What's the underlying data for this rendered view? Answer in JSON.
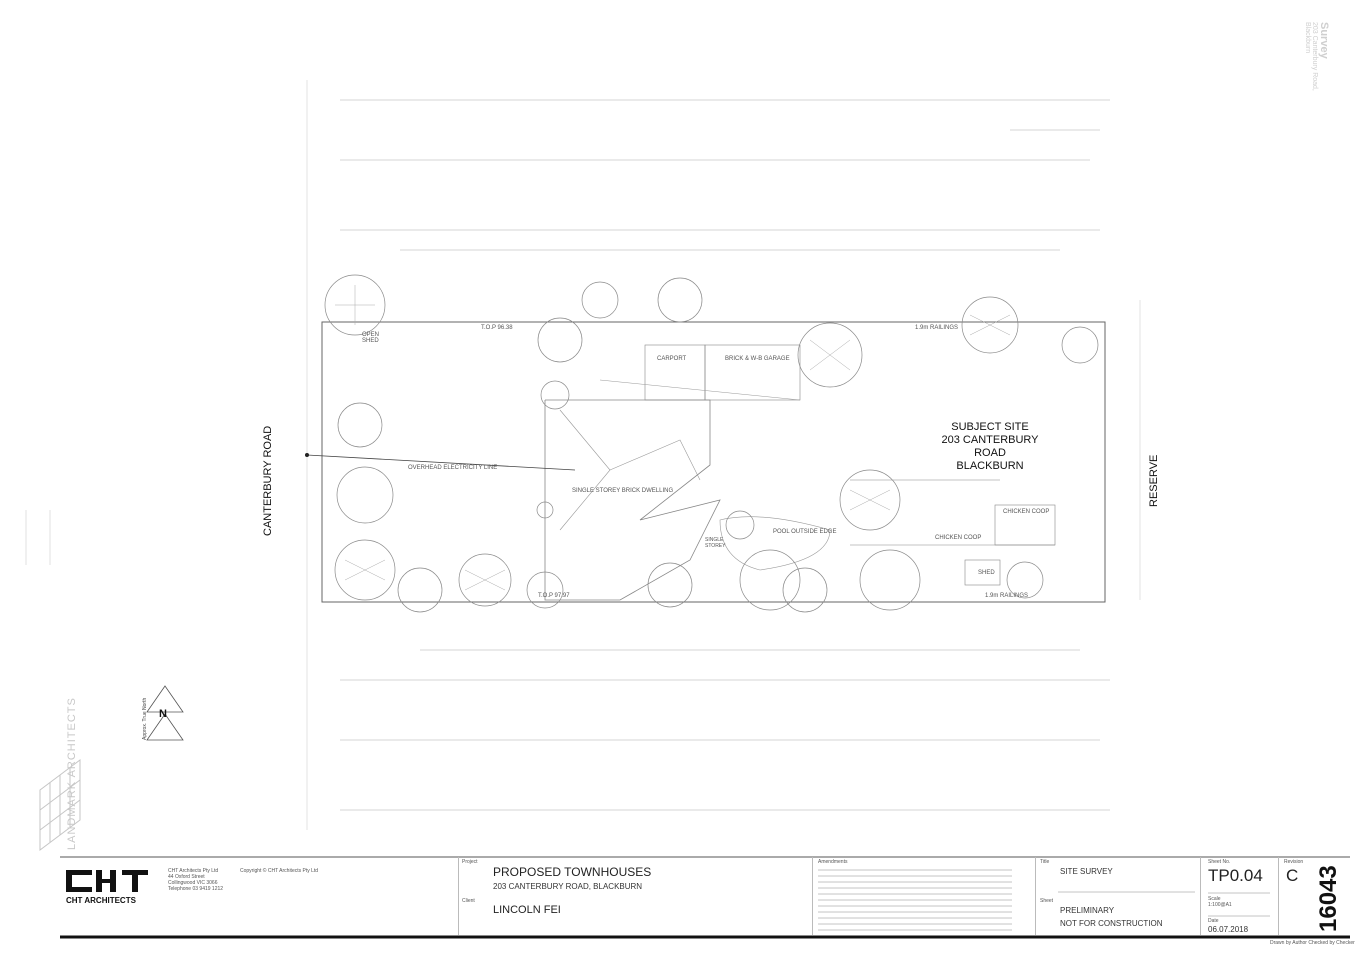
{
  "plan": {
    "road_label": "CANTERBURY ROAD",
    "reserve_label": "RESERVE",
    "subject_site": [
      "SUBJECT SITE",
      "203 CANTERBURY ROAD",
      "BLACKBURN"
    ],
    "dwelling_label": "SINGLE STOREY BRICK DWELLING",
    "carport_label": "CARPORT",
    "garage_label": "BRICK & W-B GARAGE",
    "overhead_label": "OVERHEAD   ELECTRICITY   LINE",
    "chicken_coop_label": "CHICKEN COOP",
    "chicken_coop_label2": "CHICKEN COOP",
    "shed_label": "SHED",
    "open_shed_label": "OPEN SHED",
    "pool_label": "POOL OUTSIDE EDGE",
    "single_storey_label": "SINGLE STOREY",
    "railings_top": "1.9m RAILINGS",
    "railings_bottom": "1.9m RAILINGS",
    "tf_top": "T.O.P 96.38",
    "tf_bottom": "T.O.P 97.97",
    "north_label": "N",
    "north_caption": "Approx. True North"
  },
  "survey_stamp": {
    "title": "Survey",
    "address_line1": "203 Canterbury Road,",
    "address_line2": "Blackburn"
  },
  "title_block": {
    "firm": "CHT ARCHITECTS",
    "firm_address": [
      "CHT Architects Pty Ltd",
      "44 Oxford Street",
      "Collingwood VIC 3066",
      "Telephone 03 9419 1212"
    ],
    "copyright": "Copyright © CHT Architects Pty Ltd",
    "project_label": "Project",
    "project_name": "PROPOSED TOWNHOUSES",
    "project_address": "203 CANTERBURY ROAD, BLACKBURN",
    "client_label": "Client",
    "client_name": "LINCOLN FEI",
    "amendments_label": "Amendments",
    "title_label": "Title",
    "drawing_title": "SITE SURVEY",
    "sheet_label": "Sheet",
    "status_line1": "PRELIMINARY",
    "status_line2": "NOT FOR CONSTRUCTION",
    "sheet_no_label": "Sheet No.",
    "sheet_no": "TP0.04",
    "revision_label": "Revision",
    "revision": "C",
    "scale_label": "Scale",
    "scale": "1:100@A1",
    "date_label": "Date",
    "date": "06.07.2018",
    "job_no": "16043",
    "drawn_by": "Drawn by Author  Checked by Checker"
  },
  "side_brand": "LANDMARK ARCHITECTS"
}
